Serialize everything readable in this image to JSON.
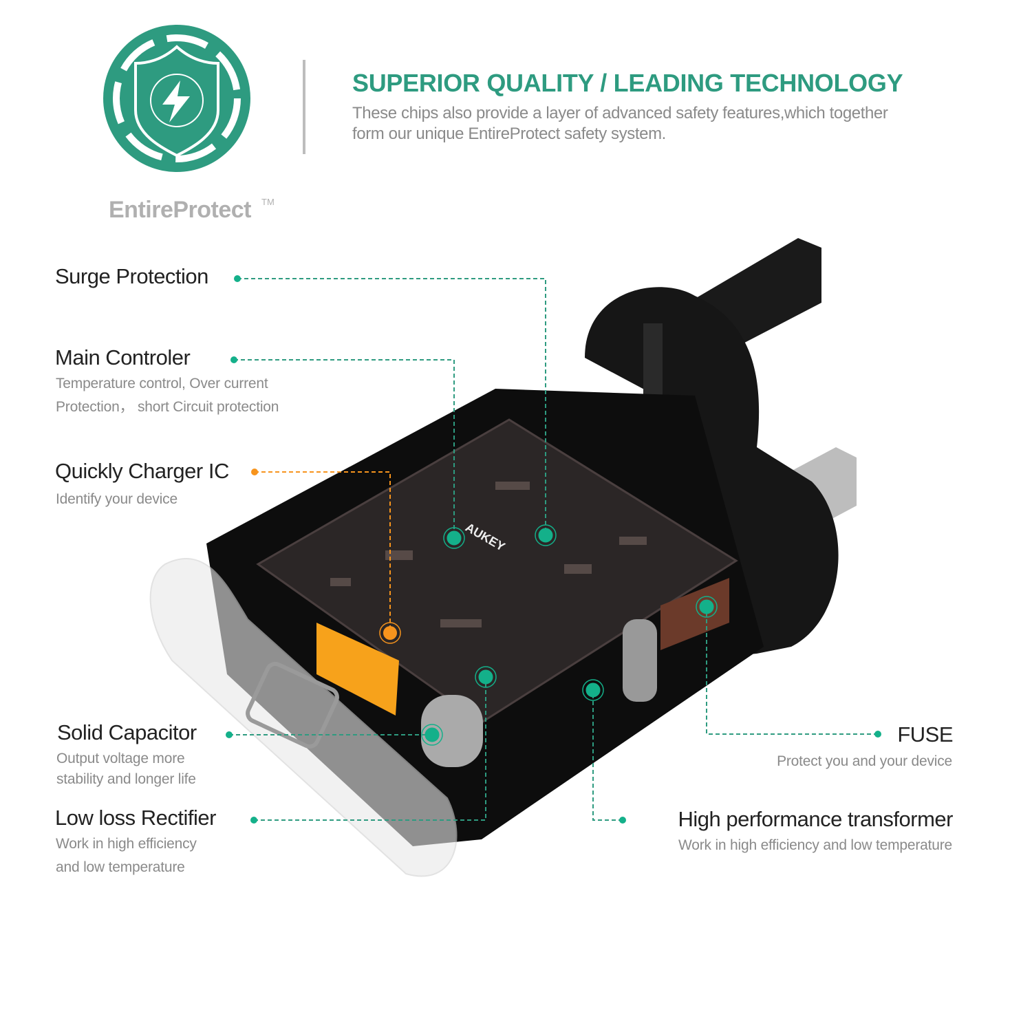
{
  "header": {
    "title": "SUPERIOR QUALITY / LEADING TECHNOLOGY",
    "description_line1": "These chips also provide a layer of advanced safety features,which together",
    "description_line2": "form our unique EntireProtect safety system."
  },
  "logo": {
    "brand": "EntireProtect",
    "trademark": "TM",
    "icon": "shield-lightning-icon"
  },
  "product": {
    "brand_on_board": "AUKEY"
  },
  "callouts": {
    "surge": {
      "title": "Surge Protection"
    },
    "main_controller": {
      "title": "Main Controler",
      "line1": "Temperature control, Over current",
      "line2": "Protection，  short Circuit protection"
    },
    "quick_charger": {
      "title": "Quickly Charger IC",
      "line1": "Identify your device"
    },
    "capacitor": {
      "title": "Solid Capacitor",
      "line1": "Output voltage more",
      "line2": "stability and longer life"
    },
    "rectifier": {
      "title": "Low loss  Rectifier",
      "line1": "Work in high efficiency",
      "line2": "and low temperature"
    },
    "fuse": {
      "title": "FUSE",
      "line1": "Protect you and your device"
    },
    "transformer": {
      "title": "High performance transformer",
      "line1": "Work in high efficiency and low temperature"
    }
  },
  "colors": {
    "teal": "#2e9b80",
    "dot": "#14b08a",
    "orange": "#f7941d"
  }
}
